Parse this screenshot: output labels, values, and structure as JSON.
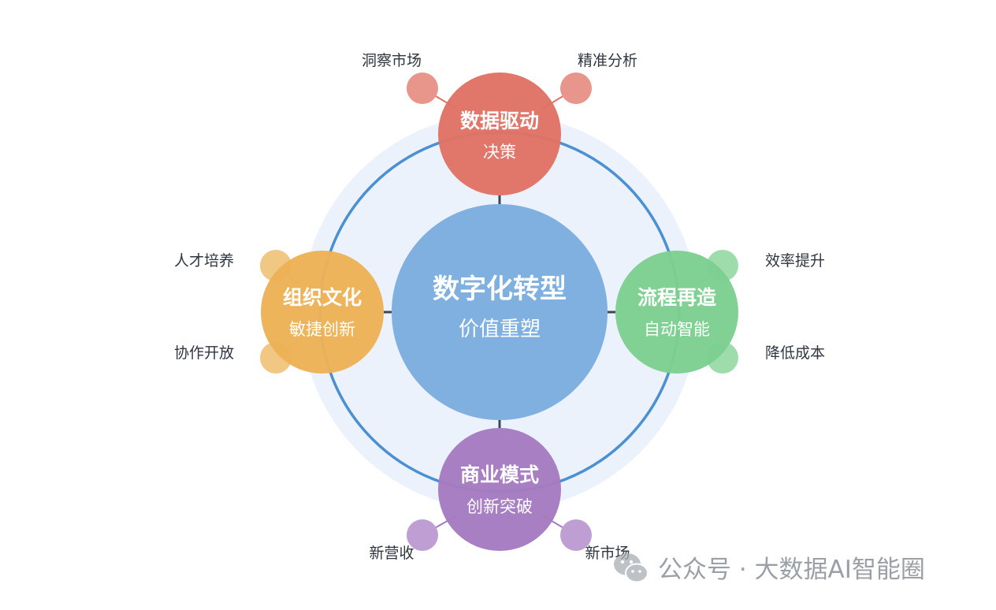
{
  "center": {
    "title": "数字化转型",
    "subtitle": "价值重塑",
    "color": "#7fb0e0"
  },
  "ring": {
    "color": "#4a90d2",
    "halo": "#ebf2fb",
    "connector": "#3b4656"
  },
  "nodes": [
    {
      "key": "top",
      "title": "数据驱动",
      "subtitle": "决策",
      "color": "#e07265",
      "dot_color": "#e8958b",
      "satellites": [
        "洞察市场",
        "精准分析"
      ]
    },
    {
      "key": "right",
      "title": "流程再造",
      "subtitle": "自动智能",
      "color": "#7ccf8f",
      "dot_color": "#9fdcac",
      "satellites": [
        "效率提升",
        "降低成本"
      ]
    },
    {
      "key": "bottom",
      "title": "商业模式",
      "subtitle": "创新突破",
      "color": "#a57bc0",
      "dot_color": "#bf9fd3",
      "satellites": [
        "新营收",
        "新市场"
      ]
    },
    {
      "key": "left",
      "title": "组织文化",
      "subtitle": "敏捷创新",
      "color": "#ecb257",
      "dot_color": "#f0c783",
      "satellites": [
        "人才培养",
        "协作开放"
      ]
    }
  ],
  "watermark": {
    "text": "公众号 · 大数据AI智能圈",
    "icon": "wechat-icon"
  }
}
